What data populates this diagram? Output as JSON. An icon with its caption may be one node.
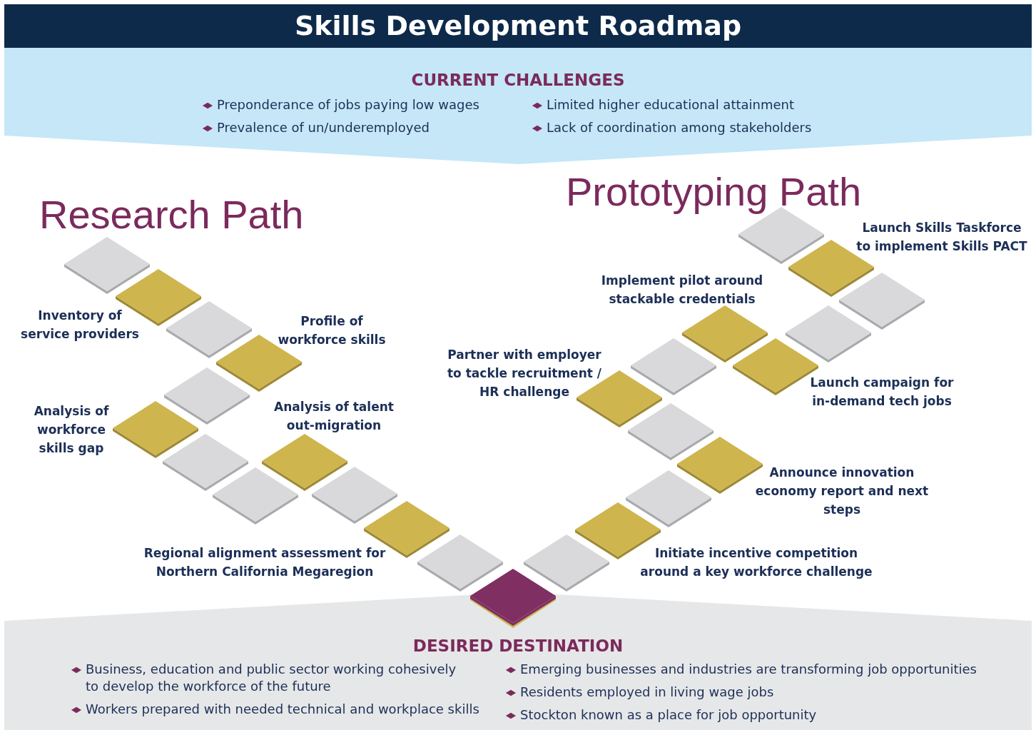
{
  "diagram": {
    "title": "Skills Development Roadmap",
    "nodes": [
      {
        "text": [
          "CURRENT CHALLENGES",
          "Preponderance of jobs paying low wages",
          "Limited higher educational attainment",
          "Prevalence of un/underemployed",
          "Lack of coordination among stakeholders"
        ]
      },
      {
        "text": [
          "DESIRED DESTINATION",
          "Business, education and public sector working cohesively to develop the workforce of the future",
          "Emerging businesses and industries are transforming job opportunities",
          "Workers prepared with needed technical and workplace skills",
          "Residents employed in living wage jobs",
          "Stockton known as a place for job opportunity"
        ]
      }
    ],
    "edges": [],
    "labels": [
      "Research Path",
      "Prototyping Path",
      "Launch Skills Taskforce to implement Skills PACT",
      "Implement pilot around stackable credentials",
      "Inventory of service providers",
      "Profile of workforce skills",
      "Partner with employer to tackle recruitment / HR challenge",
      "Launch campaign for in-demand tech jobs",
      "Analysis of workforce skills gap",
      "Analysis of talent out-migration",
      "Announce innovation economy report and next steps",
      "Regional alignment assessment for Northern California Megaregion",
      "Initiate incentive competition around a key workforce challenge"
    ]
  }
}
